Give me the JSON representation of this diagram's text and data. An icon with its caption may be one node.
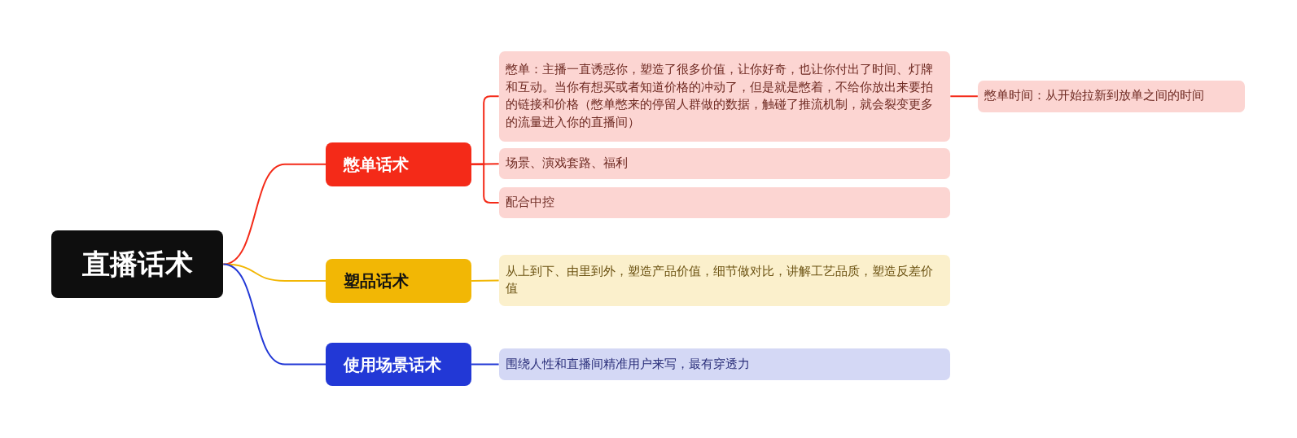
{
  "diagram": {
    "nodes": [
      {
        "text": [
          "直播话术"
        ]
      },
      {
        "text": [
          "憋单话术"
        ]
      },
      {
        "text": [
          "憋单：主播一直诱惑你，塑造了很多价值，让你好奇，也让你付出了时间、灯牌和互动。当你有想买或者知道价格的冲动了，但是就是憋着，不给你放出来要拍的链接和价格（憋单憋来的停留人群做的数据，触碰了推流机制，就会裂变更多的流量进入你的直播间）"
        ]
      },
      {
        "text": [
          "憋单时间：从开始拉新到放单之间的时间"
        ]
      },
      {
        "text": [
          "场景、演戏套路、福利"
        ]
      },
      {
        "text": [
          "配合中控"
        ]
      },
      {
        "text": [
          "塑品话术"
        ]
      },
      {
        "text": [
          "从上到下、由里到外，塑造产品价值，细节做对比，讲解工艺品质，塑造反差价值"
        ]
      },
      {
        "text": [
          "使用场景话术"
        ]
      },
      {
        "text": [
          "围绕人性和直播间精准用户来写，最有穿透力"
        ]
      }
    ],
    "edges": [
      {
        "from": 0,
        "to": 1,
        "arrow": "none",
        "color": "#f42a18"
      },
      {
        "from": 1,
        "to": 2,
        "arrow": "none",
        "color": "#f42a18"
      },
      {
        "from": 2,
        "to": 3,
        "arrow": "none",
        "color": "#f42a18"
      },
      {
        "from": 1,
        "to": 4,
        "arrow": "none",
        "color": "#f42a18"
      },
      {
        "from": 1,
        "to": 5,
        "arrow": "none",
        "color": "#f42a18"
      },
      {
        "from": 0,
        "to": 6,
        "arrow": "none",
        "color": "#f2b705"
      },
      {
        "from": 6,
        "to": 7,
        "arrow": "none",
        "color": "#f2b705"
      },
      {
        "from": 0,
        "to": 8,
        "arrow": "none",
        "color": "#2238d6"
      },
      {
        "from": 8,
        "to": 9,
        "arrow": "none",
        "color": "#2238d6"
      }
    ]
  }
}
